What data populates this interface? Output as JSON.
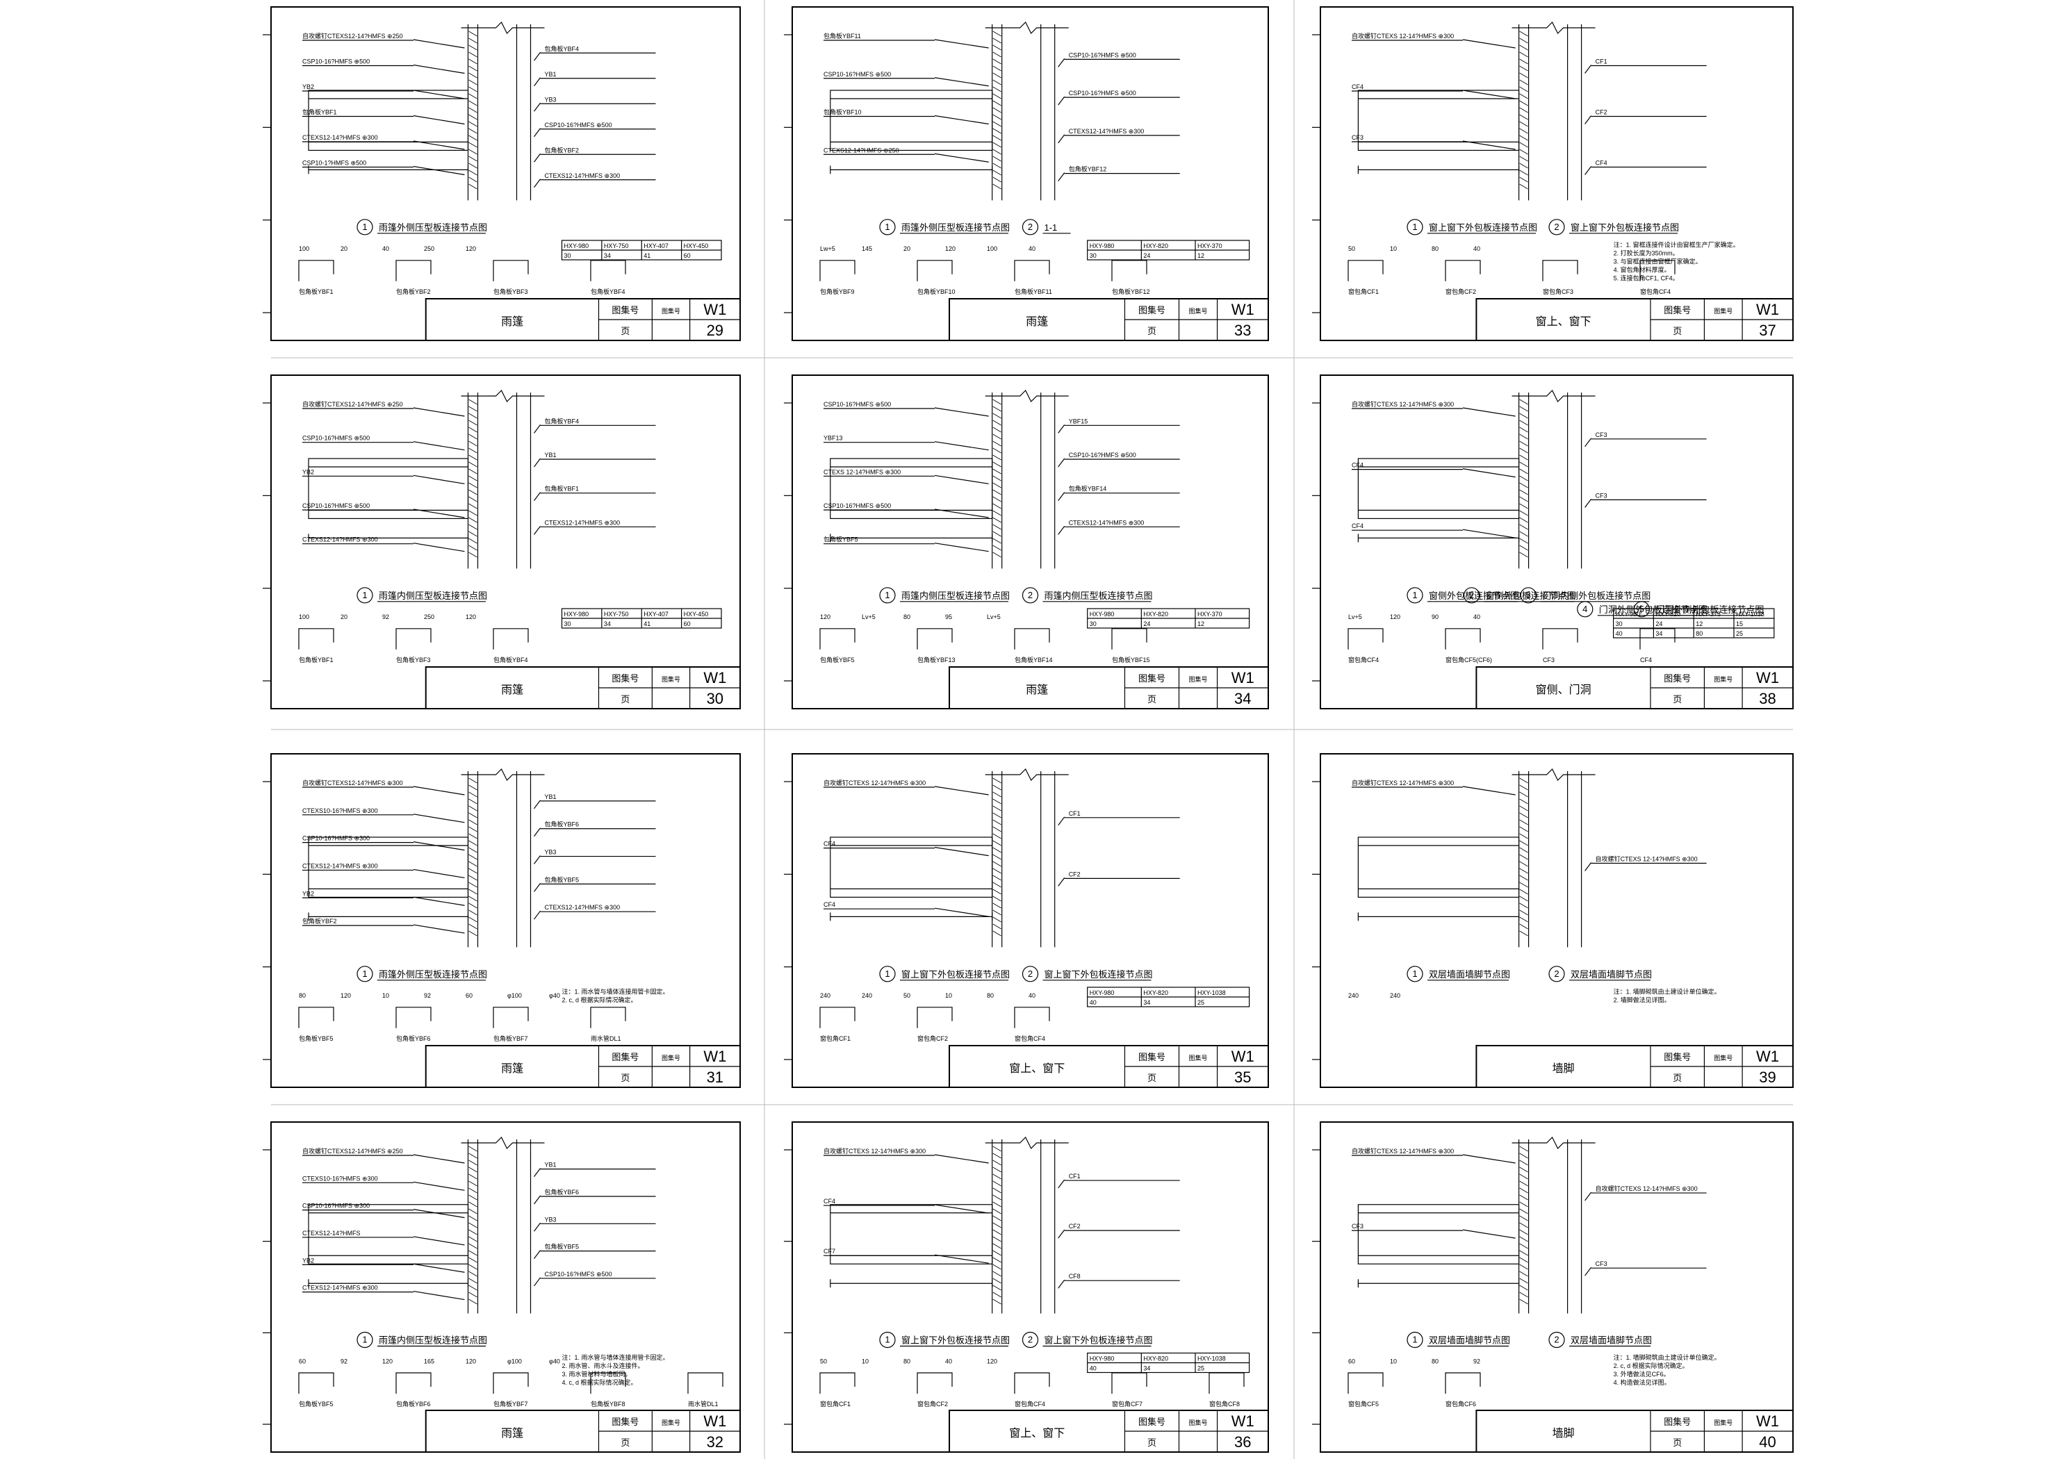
{
  "drawing_set": "W1",
  "title_block_labels": {
    "drawing_no_label": "图集号",
    "page_label": "页"
  },
  "sheets": [
    {
      "page": "29",
      "title": "雨篷",
      "callouts": [
        "自攻螺钉CTEXS12-14?HMFS ⊕250",
        "包角板YBF4",
        "CSP10-16?HMFS ⊕500",
        "YB1",
        "YB2",
        "YB3",
        "包角板YBF1",
        "CSP10-16?HMFS ⊕500",
        "CTEXS12-14?HMFS ⊕300",
        "包角板YBF2",
        "CSP10-1?HMFS ⊕500",
        "CTEXS12-14?HMFS ⊕300"
      ],
      "detail_captions": [
        "雨篷外侧压型板连接节点图"
      ],
      "parts": [
        "包角板YBF1",
        "包角板YBF2",
        "包角板YBF3",
        "包角板YBF4"
      ],
      "dims": [
        "100",
        "20",
        "40",
        "250",
        "120"
      ],
      "table": {
        "headers": [
          "HXY-980",
          "HXY-750",
          "HXY-407",
          "HXY-450"
        ],
        "row": [
          "30",
          "34",
          "41",
          "60"
        ]
      }
    },
    {
      "page": "33",
      "title": "雨篷",
      "callouts": [
        "包角板YBF11",
        "CSP10-16?HMFS ⊕500",
        "CSP10-16?HMFS ⊕500",
        "CSP10-16?HMFS ⊕500",
        "包角板YBF10",
        "CTEXS12-14?HMFS ⊕300",
        "CTEXS12-14?HMFS ⊕250",
        "包角板YBF12"
      ],
      "detail_captions": [
        "雨篷外侧压型板连接节点图",
        "1-1"
      ],
      "parts": [
        "包角板YBF9",
        "包角板YBF10",
        "包角板YBF11",
        "包角板YBF12"
      ],
      "dims": [
        "Lw+5",
        "145",
        "20",
        "120",
        "100",
        "40"
      ],
      "table": {
        "headers": [
          "HXY-980",
          "HXY-820",
          "HXY-370"
        ],
        "row": [
          "30",
          "24",
          "12"
        ]
      }
    },
    {
      "page": "37",
      "title": "窗上、窗下",
      "callouts": [
        "自攻螺钉CTEXS 12-14?HMFS ⊕300",
        "CF1",
        "CF4",
        "CF2",
        "CF3",
        "CF4"
      ],
      "detail_captions": [
        "窗上窗下外包板连接节点图",
        "窗上窗下外包板连接节点图"
      ],
      "parts": [
        "窗包角CF1",
        "窗包角CF2",
        "窗包角CF3",
        "窗包角CF4"
      ],
      "dims": [
        "50",
        "10",
        "80",
        "40"
      ],
      "notes": [
        "注：1. 窗框连接件设计由窗框生产厂家确定。",
        "2. 打胶长度为350mm。",
        "3. 与窗框连接由窗框厂家确定。",
        "4. 窗包角材料厚度。",
        "5. 连接包角CF1, CF4。"
      ]
    },
    {
      "page": "30",
      "title": "雨篷",
      "callouts": [
        "自攻螺钉CTEXS12-14?HMFS ⊕250",
        "包角板YBF4",
        "CSP10-16?HMFS ⊕500",
        "YB1",
        "YB2",
        "包角板YBF1",
        "CSP10-16?HMFS ⊕500",
        "CTEXS12-14?HMFS ⊕300",
        "CTEXS12-14?HMFS ⊕300"
      ],
      "detail_captions": [
        "雨篷内侧压型板连接节点图"
      ],
      "parts": [
        "包角板YBF1",
        "包角板YBF3",
        "包角板YBF4"
      ],
      "dims": [
        "100",
        "20",
        "92",
        "250",
        "120"
      ],
      "table": {
        "headers": [
          "HXY-980",
          "HXY-750",
          "HXY-407",
          "HXY-450"
        ],
        "row": [
          "30",
          "34",
          "41",
          "60"
        ]
      }
    },
    {
      "page": "34",
      "title": "雨篷",
      "callouts": [
        "CSP10-16?HMFS ⊕500",
        "YBF15",
        "YBF13",
        "CSP10-16?HMFS ⊕500",
        "CTEXS 12-14?HMFS ⊕300",
        "包角板YBF14",
        "CSP10-16?HMFS ⊕500",
        "CTEXS12-14?HMFS ⊕300",
        "包角板YBF5"
      ],
      "detail_captions": [
        "雨篷内侧压型板连接节点图",
        "雨篷内侧压型板连接节点图"
      ],
      "parts": [
        "包角板YBF5",
        "包角板YBF13",
        "包角板YBF14",
        "包角板YBF15"
      ],
      "dims": [
        "120",
        "Lv+5",
        "80",
        "95",
        "Lv+5"
      ],
      "table": {
        "headers": [
          "HXY-980",
          "HXY-820",
          "HXY-370"
        ],
        "row": [
          "30",
          "24",
          "12"
        ]
      }
    },
    {
      "page": "38",
      "title": "窗侧、门洞",
      "callouts": [
        "自攻螺钉CTEXS 12-14?HMFS ⊕300",
        "CF3",
        "CF4",
        "CF3",
        "CF4"
      ],
      "detail_captions": [
        "窗侧外包板连接节点图",
        "窗侧外包板连接节点图",
        "门洞内侧外包板连接节点图",
        "门洞外侧外包板连接节点图",
        "门洞外侧外包板连接节点图"
      ],
      "parts": [
        "窗包角CF4",
        "窗包角CF5(CF6)",
        "CF3",
        "CF4"
      ],
      "dims": [
        "Lv+5",
        "120",
        "90",
        "40"
      ],
      "table": {
        "headers": [
          "HXY-980",
          "HXY-820",
          "HXY-375",
          "HXY-1038"
        ],
        "rows": [
          [
            "30",
            "24",
            "12",
            "15"
          ],
          [
            "40",
            "34",
            "80",
            "25"
          ]
        ]
      }
    },
    {
      "page": "31",
      "title": "雨篷",
      "callouts": [
        "自攻螺钉CTEXS12-14?HMFS ⊕300",
        "YB1",
        "CTEXS10-16?HMFS ⊕300",
        "包角板YBF6",
        "CSP10-16?HMFS ⊕300",
        "YB3",
        "CTEXS12-14?HMFS ⊕300",
        "包角板YBF5",
        "YB2",
        "CTEXS12-14?HMFS ⊕300",
        "包角板YBF2"
      ],
      "detail_captions": [
        "雨篷外侧压型板连接节点图"
      ],
      "parts": [
        "包角板YBF5",
        "包角板YBF6",
        "包角板YBF7",
        "雨水管DL1"
      ],
      "dims": [
        "80",
        "120",
        "10",
        "92",
        "60",
        "φ100",
        "φ40"
      ],
      "notes": [
        "注：1. 雨水管与墙体连接用管卡固定。",
        "2. c, d 根据实际情况确定。"
      ]
    },
    {
      "page": "35",
      "title": "窗上、窗下",
      "callouts": [
        "自攻螺钉CTEXS 12-14?HMFS ⊕300",
        "CF1",
        "CF4",
        "CF2",
        "CF4"
      ],
      "detail_captions": [
        "窗上窗下外包板连接节点图",
        "窗上窗下外包板连接节点图"
      ],
      "parts": [
        "窗包角CF1",
        "窗包角CF2",
        "窗包角CF4"
      ],
      "dims": [
        "240",
        "240",
        "50",
        "10",
        "80",
        "40"
      ],
      "table": {
        "headers": [
          "HXY-980",
          "HXY-820",
          "HXY-1038"
        ],
        "row": [
          "40",
          "34",
          "25"
        ]
      }
    },
    {
      "page": "39",
      "title": "墙脚",
      "callouts": [
        "自攻螺钉CTEXS 12-14?HMFS ⊕300",
        "自攻螺钉CTEXS 12-14?HMFS ⊕300"
      ],
      "detail_captions": [
        "双层墙面墙脚节点图",
        "双层墙面墙脚节点图"
      ],
      "parts": [],
      "dims": [
        "240",
        "240"
      ],
      "notes": [
        "注：1. 墙脚砌筑由土建设计单位确定。",
        "2. 墙脚做法见详图。"
      ]
    },
    {
      "page": "32",
      "title": "雨篷",
      "callouts": [
        "自攻螺钉CTEXS12-14?HMFS ⊕250",
        "YB1",
        "CTEXS10-16?HMFS ⊕300",
        "包角板YBF6",
        "CSP10-16?HMFS ⊕300",
        "YB3",
        "CTEXS12-14?HMFS",
        "包角板YBF5",
        "YB2",
        "CSP10-16?HMFS ⊕500",
        "CTEXS12-14?HMFS ⊕300"
      ],
      "detail_captions": [
        "雨篷内侧压型板连接节点图"
      ],
      "parts": [
        "包角板YBF5",
        "包角板YBF6",
        "包角板YBF7",
        "包角板YBF8",
        "雨水管DL1"
      ],
      "dims": [
        "60",
        "92",
        "120",
        "165",
        "120",
        "φ100",
        "φ40"
      ],
      "notes": [
        "注：1. 雨水管与墙体连接用管卡固定。",
        "2. 雨水管、雨水斗及连接件。",
        "3. 雨水管材料与墙板同。",
        "4. c, d 根据实际情况确定。"
      ]
    },
    {
      "page": "36",
      "title": "窗上、窗下",
      "callouts": [
        "自攻螺钉CTEXS 12-14?HMFS ⊕300",
        "CF1",
        "CF4",
        "CF2",
        "CF7",
        "CF8"
      ],
      "detail_captions": [
        "窗上窗下外包板连接节点图",
        "窗上窗下外包板连接节点图"
      ],
      "parts": [
        "窗包角CF1",
        "窗包角CF2",
        "窗包角CF4",
        "窗包角CF7",
        "窗包角CF8"
      ],
      "dims": [
        "50",
        "10",
        "80",
        "40",
        "120"
      ],
      "table": {
        "headers": [
          "HXY-980",
          "HXY-820",
          "HXY-1038"
        ],
        "row": [
          "40",
          "34",
          "25"
        ]
      }
    },
    {
      "page": "40",
      "title": "墙脚",
      "callouts": [
        "自攻螺钉CTEXS 12-14?HMFS ⊕300",
        "自攻螺钉CTEXS 12-14?HMFS ⊕300",
        "CF3",
        "CF3"
      ],
      "detail_captions": [
        "双层墙面墙脚节点图",
        "双层墙面墙脚节点图"
      ],
      "parts": [
        "窗包角CF5",
        "窗包角CF6"
      ],
      "dims": [
        "60",
        "10",
        "80",
        "92"
      ],
      "notes": [
        "注：1. 墙脚砌筑由土建设计单位确定。",
        "2. c, d 根据实际情况确定。",
        "3. 外墙做法见CF6。",
        "4. 构造做法见详图。"
      ]
    }
  ]
}
